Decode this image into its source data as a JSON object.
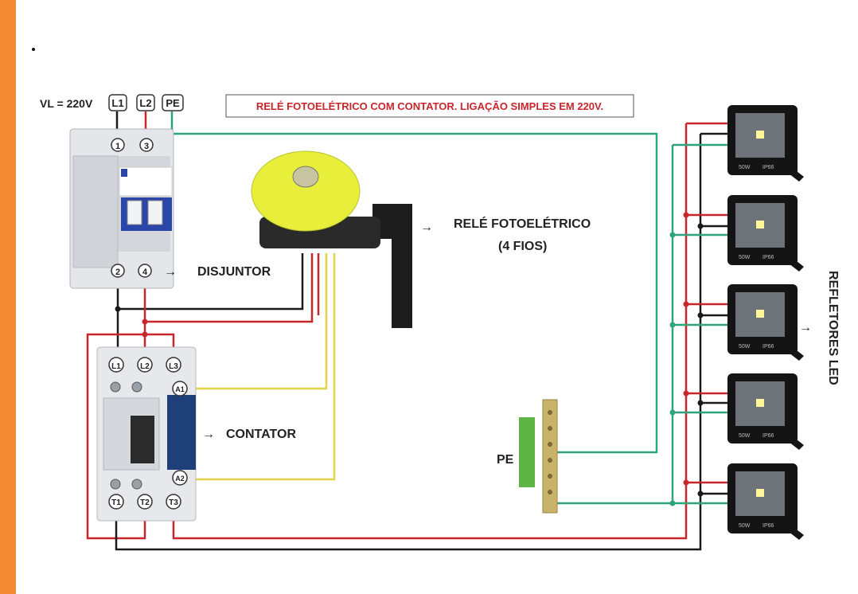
{
  "voltage_label": "VL = 220V",
  "supply_terminals": [
    "L1",
    "L2",
    "PE"
  ],
  "title": "RELÉ FOTOELÉTRICO  COM CONTATOR.  LIGAÇÃO SIMPLES EM 220V.",
  "breaker": {
    "label": "DISJUNTOR",
    "top_terminals": [
      "1",
      "3"
    ],
    "bottom_terminals": [
      "2",
      "4"
    ]
  },
  "photocell": {
    "label_line1": "RELÉ FOTOELÉTRICO",
    "label_line2": "(4 FIOS)"
  },
  "contactor": {
    "label": "CONTATOR",
    "line_terminals": [
      "L1",
      "L2",
      "L3"
    ],
    "load_terminals": [
      "T1",
      "T2",
      "T3"
    ],
    "coil_terminals": [
      "A1",
      "A2"
    ]
  },
  "ground_bar_label": "PE",
  "floodlights": {
    "label": "REFLETORES LED",
    "power_text": "50W",
    "rating_text": "IP66",
    "count": 5
  },
  "arrow_glyph": "→",
  "colors": {
    "stripe": "#f28a32",
    "wire_black": "#1a1a1a",
    "wire_red": "#c8262c",
    "wire_green": "#2fa37a",
    "wire_yellow": "#e2d34a",
    "photocell_dome": "#e8ef3a",
    "contactor_blue": "#1f3f78",
    "breaker_blue": "#2a46a8"
  }
}
